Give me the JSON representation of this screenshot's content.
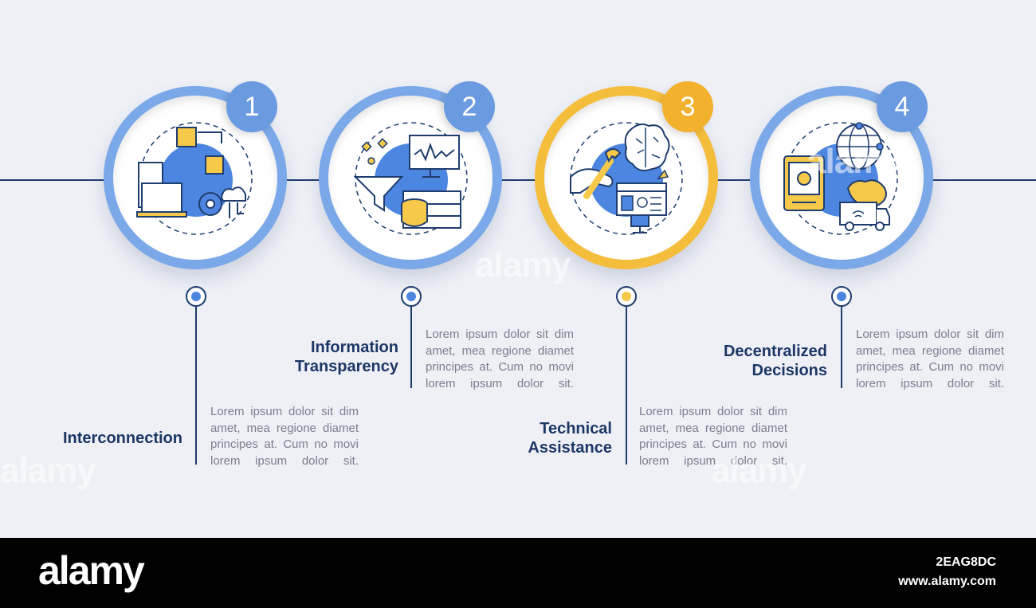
{
  "colors": {
    "background": "#eef0f6",
    "line": "#1f3d6e",
    "blue_ring": "#7aa8e8",
    "blue_badge": "#6a9ae0",
    "orange_ring": "#f5bd3c",
    "orange_badge": "#f2b22e",
    "icon_blue": "#4d86e0",
    "icon_yellow": "#f6c94a",
    "icon_outline": "#1f3d6e",
    "title_text": "#1c3665",
    "body_text": "#7a7f8f"
  },
  "steps": [
    {
      "number": "1",
      "title_lines": [
        "Interconnection"
      ],
      "accent": "blue",
      "icon": "connected-devices-icon",
      "text": "Lorem ipsum dolor sit dim amet, mea regione diamet principes at. Cum no movi lorem ipsum dolor sit."
    },
    {
      "number": "2",
      "title_lines": [
        "Information",
        "Transparency"
      ],
      "accent": "blue",
      "icon": "data-analytics-icon",
      "text": "Lorem ipsum dolor sit dim amet, mea regione diamet principes at. Cum no movi lorem ipsum dolor sit."
    },
    {
      "number": "3",
      "title_lines": [
        "Technical",
        "Assistance"
      ],
      "accent": "orange",
      "icon": "technical-support-icon",
      "text": "Lorem ipsum dolor sit dim amet, mea regione diamet principes at. Cum no movi lorem ipsum dolor sit."
    },
    {
      "number": "4",
      "title_lines": [
        "Decentralized",
        "Decisions"
      ],
      "accent": "blue",
      "icon": "global-logistics-icon",
      "text": "Lorem ipsum dolor sit dim amet, mea regione diamet principes at. Cum no movi lorem ipsum dolor sit."
    }
  ],
  "watermark": "alamy",
  "footer": {
    "logo": "alamy",
    "image_id": "2EAG8DC",
    "site": "www.alamy.com"
  }
}
